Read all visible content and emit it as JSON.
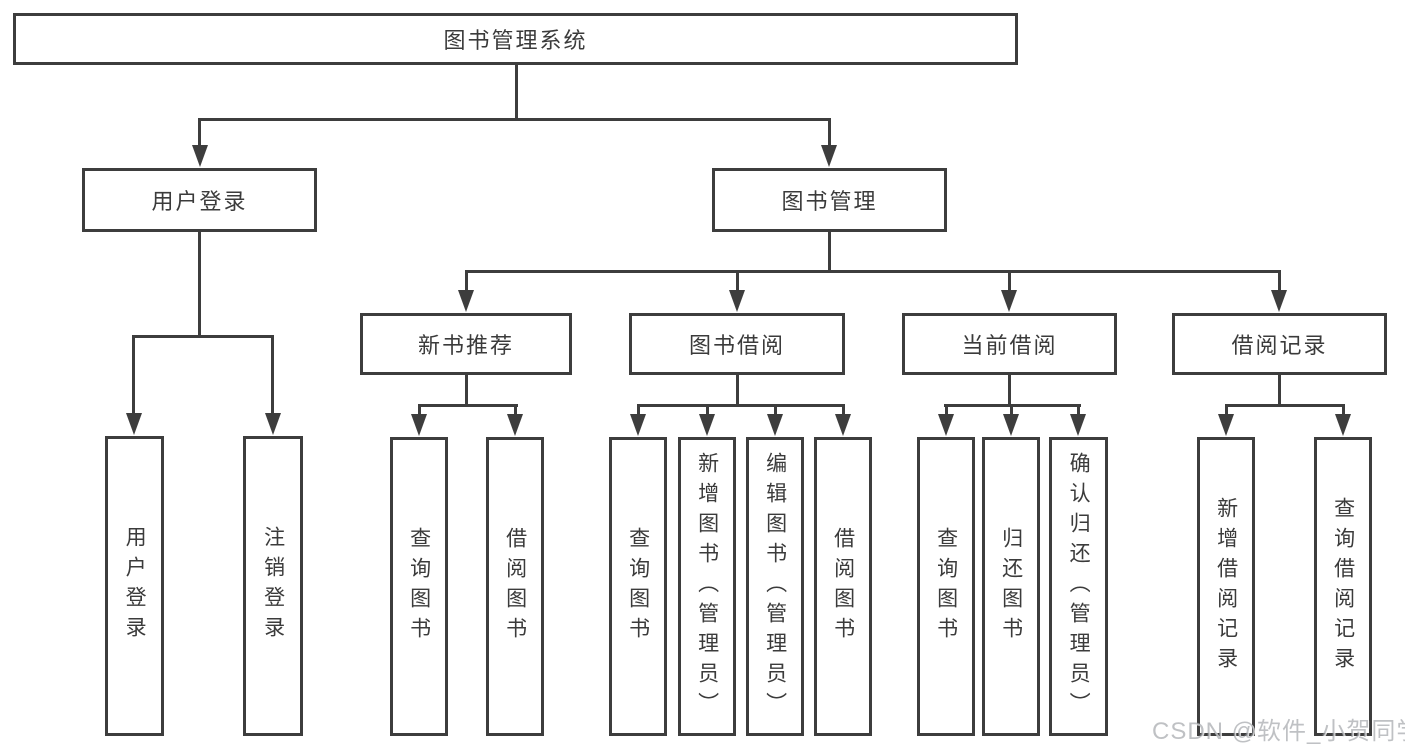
{
  "nodes": {
    "root": "图书管理系统",
    "user_login": "用户登录",
    "book_mgmt": "图书管理",
    "new_book_rec": "新书推荐",
    "book_borrow": "图书借阅",
    "current_borrow": "当前借阅",
    "borrow_records": "借阅记录",
    "leaf_user_login": "用户登录",
    "leaf_logout": "注销登录",
    "leaf_query_book_1": "查询图书",
    "leaf_borrow_book_1": "借阅图书",
    "leaf_query_book_2": "查询图书",
    "leaf_add_book": "新增图书（管理员）",
    "leaf_edit_book": "编辑图书（管理员）",
    "leaf_borrow_book_2": "借阅图书",
    "leaf_query_book_3": "查询图书",
    "leaf_return_book": "归还图书",
    "leaf_confirm_return": "确认归还（管理员）",
    "leaf_add_record": "新增借阅记录",
    "leaf_query_record": "查询借阅记录"
  },
  "watermark": "CSDN @软件_小贺同学",
  "colors": {
    "line": "#3d3d3d",
    "box_border": "#3d3d3d",
    "text": "#3b3b3b",
    "watermark": "#c4c7ca",
    "background": "#ffffff"
  }
}
